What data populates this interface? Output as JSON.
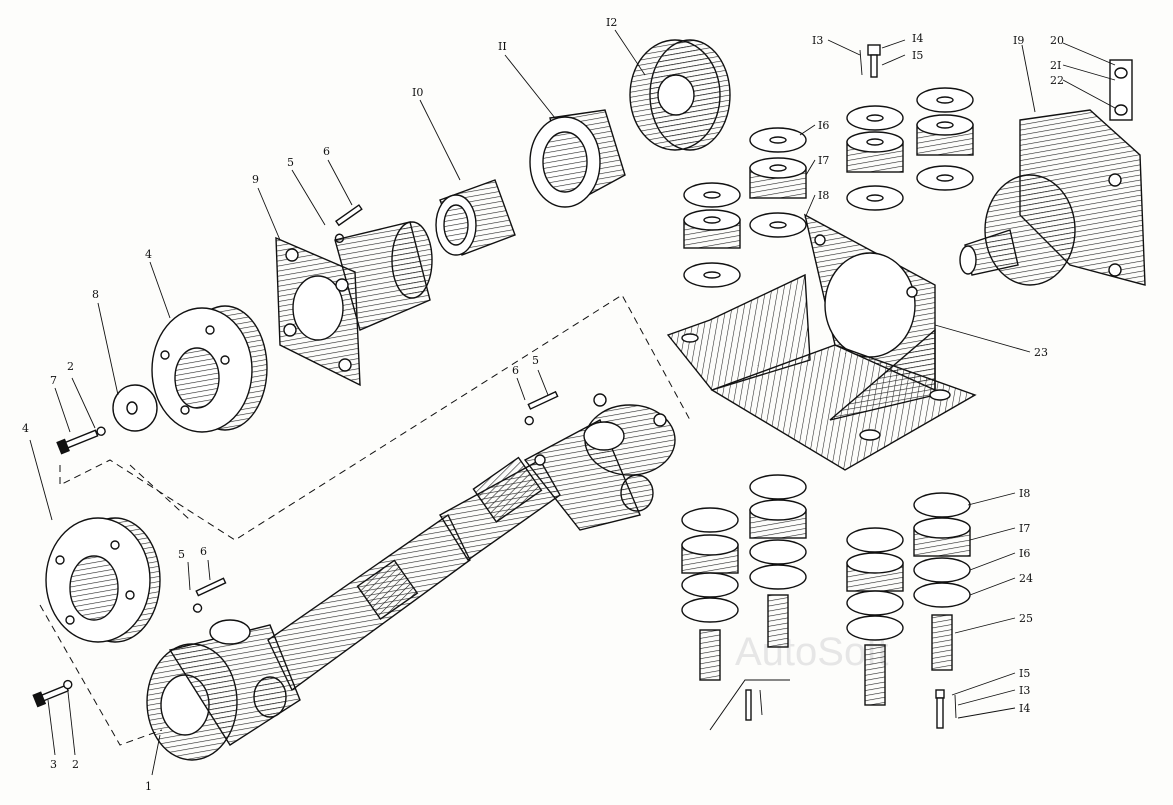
{
  "watermark": "AutoSoft",
  "labels": {
    "l1": "1",
    "l2a": "2",
    "l2b": "2",
    "l3": "3",
    "l4a": "4",
    "l4b": "4",
    "l5a": "5",
    "l5b": "5",
    "l5c": "5",
    "l6a": "6",
    "l6b": "6",
    "l6c": "6",
    "l7": "7",
    "l8": "8",
    "l9": "9",
    "l10": "I0",
    "l11": "II",
    "l12": "I2",
    "l13a": "I3",
    "l14a": "I4",
    "l15a": "I5",
    "l16a": "I6",
    "l17a": "I7",
    "l18a": "I8",
    "l19": "I9",
    "l20": "20",
    "l21": "2I",
    "l22": "22",
    "l23": "23",
    "l18b": "I8",
    "l17b": "I7",
    "l16b": "I6",
    "l24": "24",
    "l25": "25",
    "l15b": "I5",
    "l13b": "I3",
    "l14b": "I4"
  }
}
